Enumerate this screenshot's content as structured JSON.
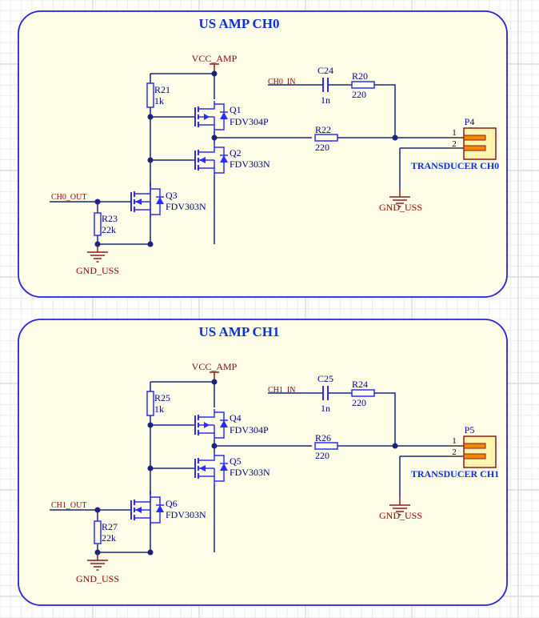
{
  "colors": {
    "background": "#ffffff",
    "grid_minor": "#ececec",
    "grid_major": "#dcdcdc",
    "sheet_fill": "#fffee9",
    "sheet_border": "#2222dd",
    "wire": "#1a237e",
    "component": "#2b2bff",
    "component_text": "#000080",
    "power_text": "#8b0000",
    "power_symbol": "#8b1a1a",
    "title_text": "#0b2fd6",
    "connector_fill": "#fff5b0",
    "connector_border": "#8b1a1a",
    "connector_pin": "#f28a00"
  },
  "sheets": [
    {
      "title": "US AMP CH0",
      "vcc_label": "VCC_AMP",
      "input_net": "CH0_IN",
      "output_net": "CH0_OUT",
      "gnd_labels": [
        "GND_USS",
        "GND_USS"
      ],
      "pullup_resistor": {
        "ref": "R21",
        "value": "1k"
      },
      "pulldown_resistor": {
        "ref": "R23",
        "value": "22k"
      },
      "coupling_cap": {
        "ref": "C24",
        "value": "1n"
      },
      "input_resistor": {
        "ref": "R20",
        "value": "220"
      },
      "output_resistor": {
        "ref": "R22",
        "value": "220"
      },
      "mosfet_top": {
        "ref": "Q1",
        "part": "FDV304P"
      },
      "mosfet_mid": {
        "ref": "Q2",
        "part": "FDV303N"
      },
      "mosfet_drv": {
        "ref": "Q3",
        "part": "FDV303N"
      },
      "connector": {
        "ref": "P4",
        "label": "TRANSDUCER CH0",
        "pins": [
          "1",
          "2"
        ]
      }
    },
    {
      "title": "US AMP CH1",
      "vcc_label": "VCC_AMP",
      "input_net": "CH1_IN",
      "output_net": "CH1_OUT",
      "gnd_labels": [
        "GND_USS",
        "GND_USS"
      ],
      "pullup_resistor": {
        "ref": "R25",
        "value": "1k"
      },
      "pulldown_resistor": {
        "ref": "R27",
        "value": "22k"
      },
      "coupling_cap": {
        "ref": "C25",
        "value": "1n"
      },
      "input_resistor": {
        "ref": "R24",
        "value": "220"
      },
      "output_resistor": {
        "ref": "R26",
        "value": "220"
      },
      "mosfet_top": {
        "ref": "Q4",
        "part": "FDV304P"
      },
      "mosfet_mid": {
        "ref": "Q5",
        "part": "FDV303N"
      },
      "mosfet_drv": {
        "ref": "Q6",
        "part": "FDV303N"
      },
      "connector": {
        "ref": "P5",
        "label": "TRANSDUCER CH1",
        "pins": [
          "1",
          "2"
        ]
      }
    }
  ]
}
